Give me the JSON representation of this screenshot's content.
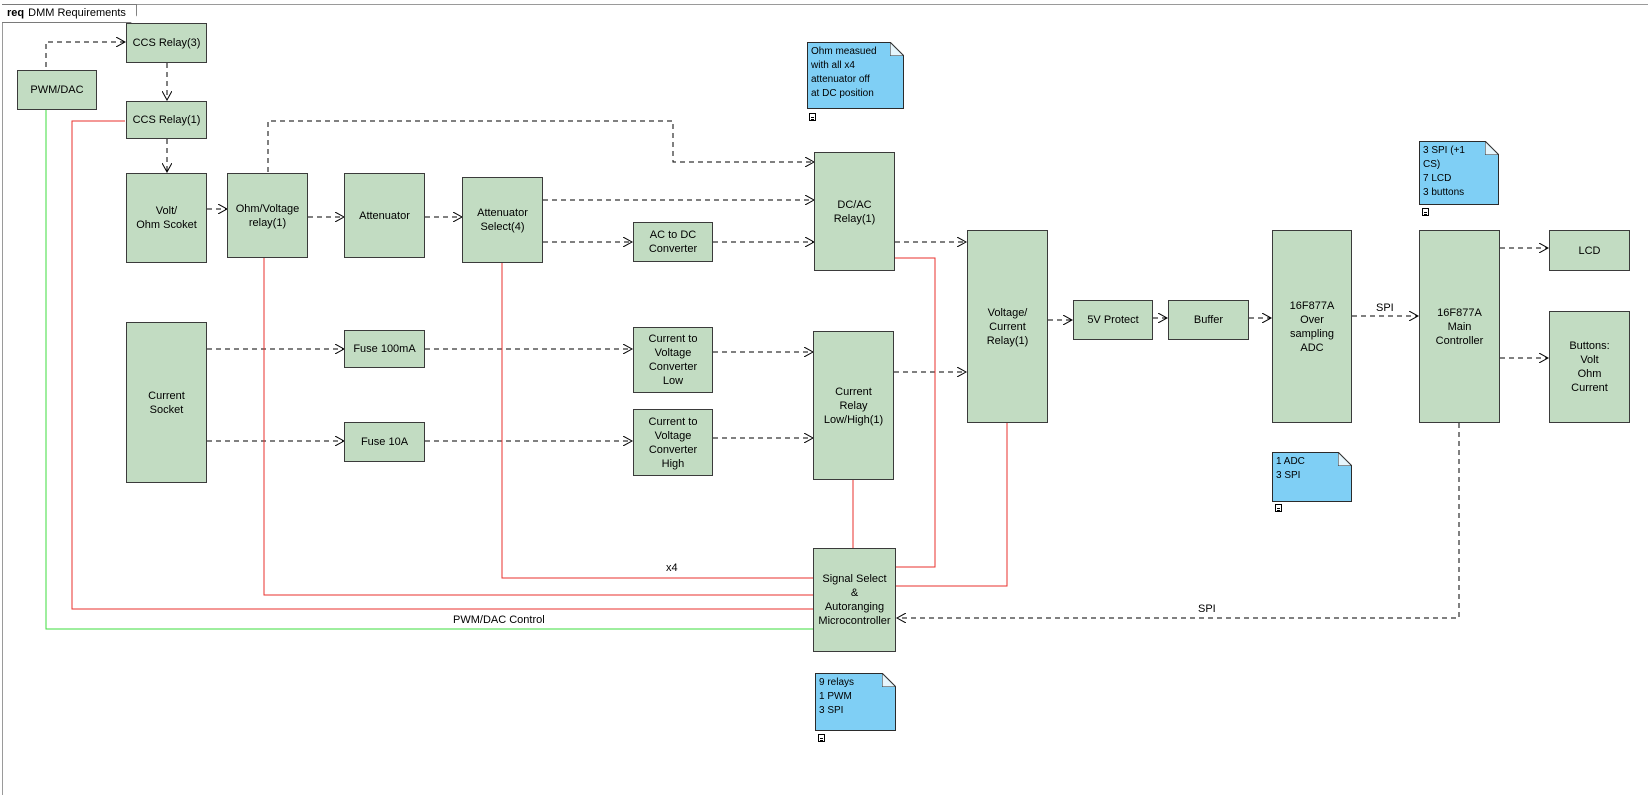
{
  "frame": {
    "keyword": "req",
    "title": "DMM Requirements"
  },
  "blocks": {
    "pwm_dac": "PWM/DAC",
    "ccs_relay3": "CCS Relay(3)",
    "ccs_relay1": "CCS Relay(1)",
    "volt_ohm_socket": "Volt/\nOhm Scoket",
    "ohm_voltage_relay": "Ohm/Voltage\nrelay(1)",
    "attenuator": "Attenuator",
    "attenuator_select": "Attenuator\nSelect(4)",
    "ac_to_dc": "AC to DC\nConverter",
    "dc_ac_relay": "DC/AC\nRelay(1)",
    "current_socket": "Current\nSocket",
    "fuse_100ma": "Fuse 100mA",
    "fuse_10a": "Fuse 10A",
    "ctv_low": "Current to\nVoltage\nConverter\nLow",
    "ctv_high": "Current to\nVoltage\nConverter\nHigh",
    "current_relay": "Current\nRelay\nLow/High(1)",
    "vc_relay": "Voltage/\nCurrent\nRelay(1)",
    "protect_5v": "5V Protect",
    "buffer": "Buffer",
    "adc": "16F877A\nOver\nsampling\nADC",
    "main_controller": "16F877A\nMain\nController",
    "lcd": "LCD",
    "buttons": "Buttons:\nVolt\nOhm\nCurrent",
    "signal_select": "Signal Select\n&\nAutoranging\nMicrocontroller"
  },
  "notes": {
    "ohm_note": "Ohm measued\nwith all x4\nattenuator off\nat DC position",
    "spi_note": "3 SPI (+1\nCS)\n7 LCD\n3 buttons",
    "adc_note": "1 ADC\n3 SPI",
    "relay_note": " 9 relays\n1 PWM\n3 SPI"
  },
  "labels": {
    "x4": "x4",
    "pwm_control": "PWM/DAC Control",
    "spi_top": "SPI",
    "spi_bottom": "SPI"
  },
  "colors": {
    "block_fill": "#c2dcc2",
    "note_fill": "#7fcff5",
    "red_line": "#e8312c",
    "green_line": "#3ddc3d"
  }
}
